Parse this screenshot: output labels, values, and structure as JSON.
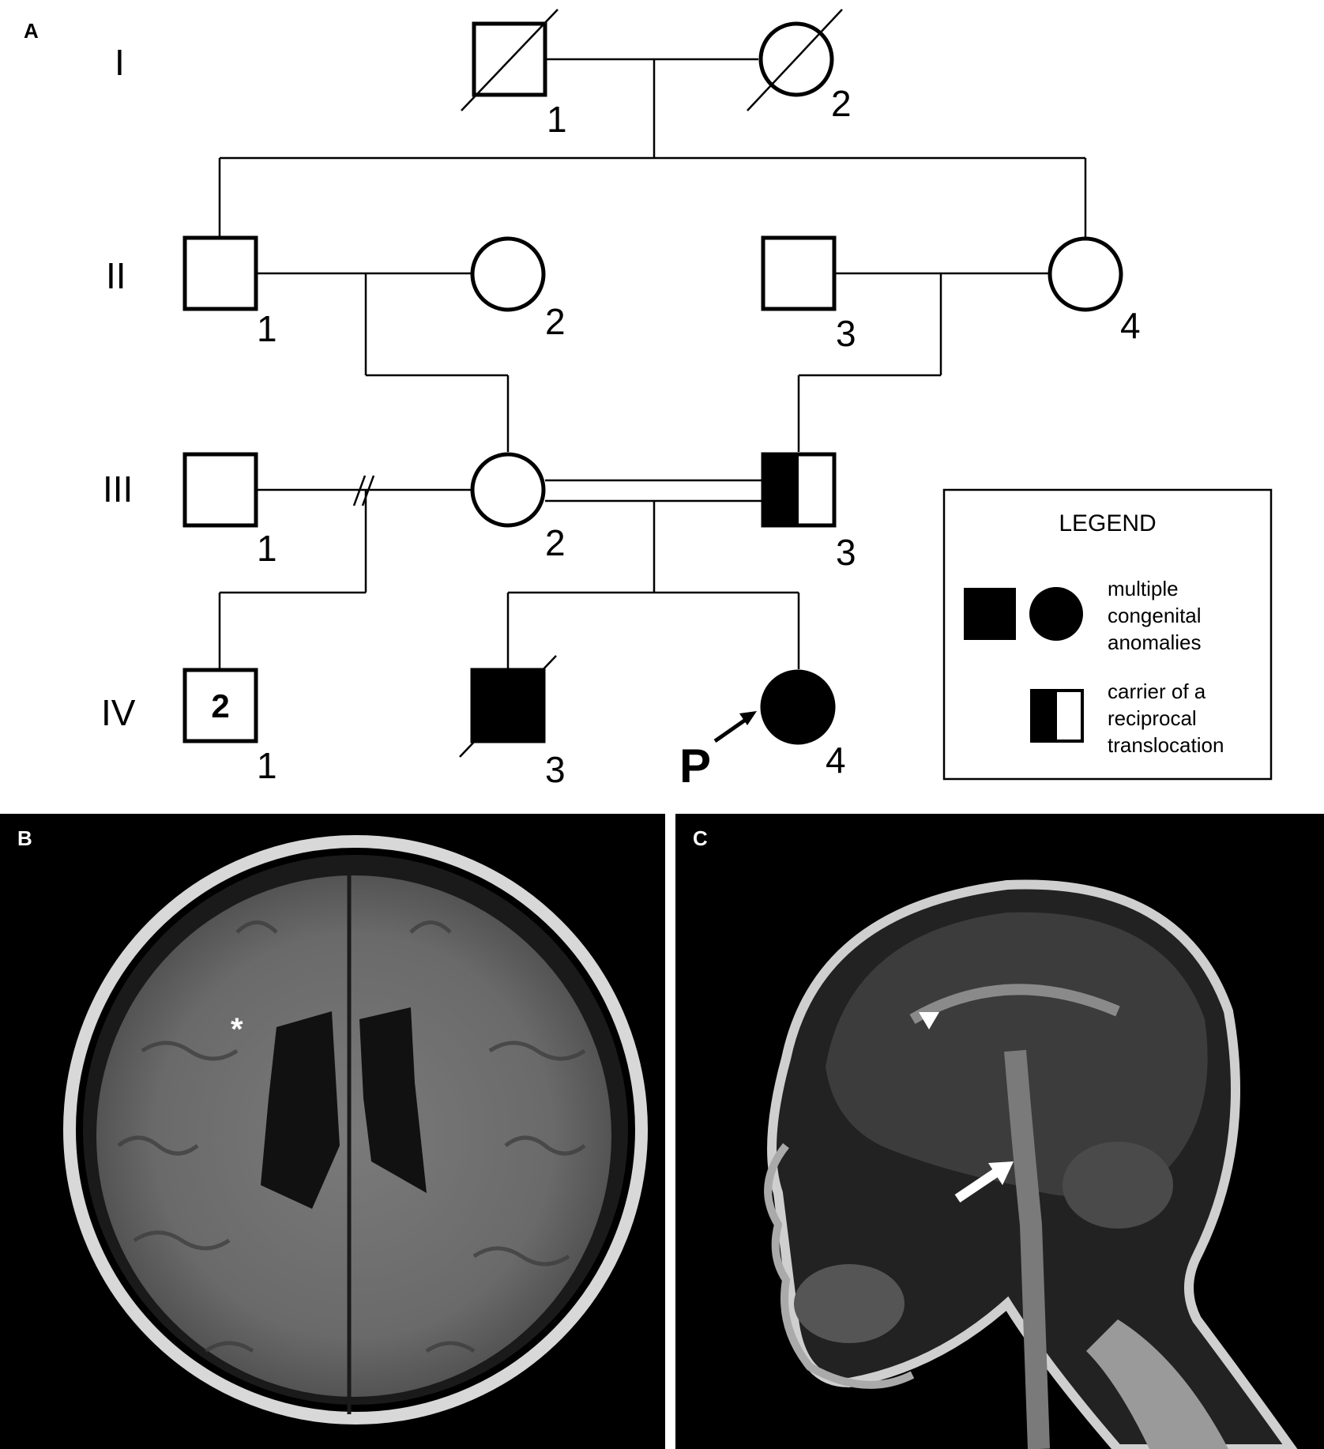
{
  "panels": {
    "a": "A",
    "b": "B",
    "c": "C"
  },
  "generations": [
    "I",
    "II",
    "III",
    "IV"
  ],
  "individuals": {
    "I1": "1",
    "I2": "2",
    "II1": "1",
    "II2": "2",
    "II3": "3",
    "II4": "4",
    "III1": "1",
    "III2": "2",
    "III3": "3",
    "IV1": "1",
    "IV1_count": "2",
    "IV3": "3",
    "IV4": "4"
  },
  "proband_marker": "P",
  "legend": {
    "title": "LEGEND",
    "affected_lines": [
      "multiple",
      "congenital",
      "anomalies"
    ],
    "carrier_lines": [
      "carrier of a",
      "reciprocal",
      "translocation"
    ]
  },
  "mri_b": {
    "marker": "*"
  },
  "colors": {
    "affected": "#000000",
    "background": "#ffffff",
    "mri_background": "#000000"
  }
}
